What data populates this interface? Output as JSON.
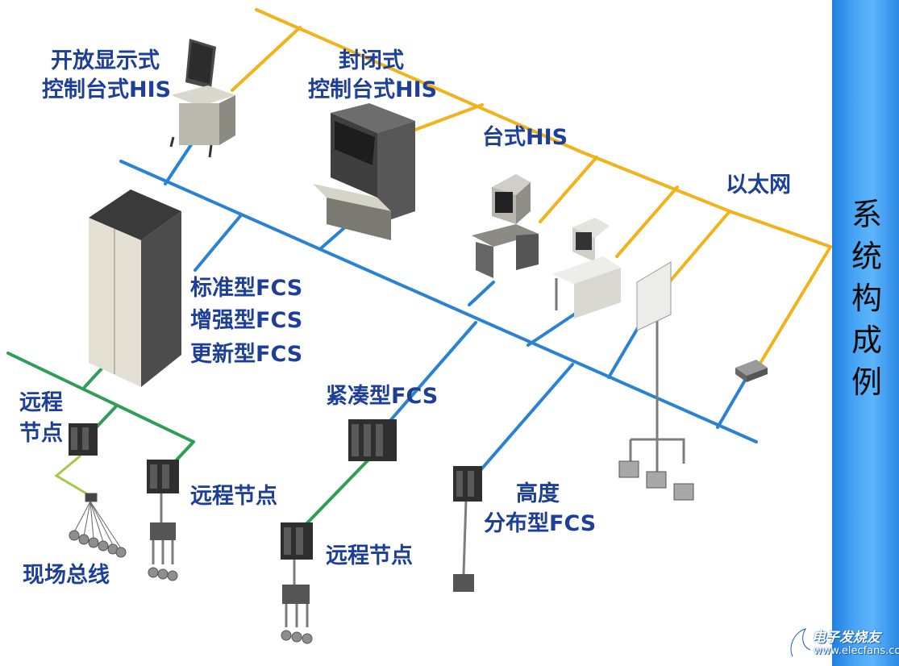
{
  "side_title": [
    "系",
    "统",
    "构",
    "成",
    "例"
  ],
  "labels": {
    "open_his_line1": "开放显示式",
    "open_his_line2": "控制台式HIS",
    "closed_his_line1": "封闭式",
    "closed_his_line2": "控制台式HIS",
    "desk_his": "台式HIS",
    "ethernet": "以太网",
    "fcs_standard": "标准型FCS",
    "fcs_enhanced": "增强型FCS",
    "fcs_updated": "更新型FCS",
    "remote_node_a_line1": "远程",
    "remote_node_a_line2": "节点",
    "remote_node_b": "远程节点",
    "compact_fcs": "紧凑型FCS",
    "remote_node_c": "远程节点",
    "distributed_fcs_line1": "高度",
    "distributed_fcs_line2": "分布型FCS",
    "fieldbus": "现场总线"
  },
  "watermark": {
    "cn": "电子发烧友",
    "en": "www.elecfans.com"
  },
  "colors": {
    "ethernet": "#f2b21c",
    "control_bus": "#2a82d4",
    "remote_bus": "#2f9e58",
    "fieldbus": "#a7c844",
    "label": "#1d3f97",
    "side_panel": "#4aa7f6"
  }
}
